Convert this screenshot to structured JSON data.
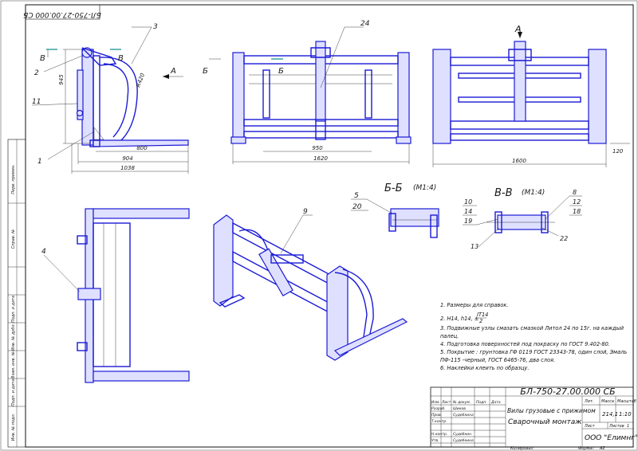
{
  "drawing": {
    "code_rotated": "БЛ-750-27.00.000 СБ",
    "view_labels": {
      "b_left": "Б",
      "b_right": "Б",
      "v_left": "В",
      "v_right": "В",
      "a_side": "А",
      "a_top": "А"
    },
    "section_bb": "Б-Б",
    "section_bb_scale": "(М1:4)",
    "section_vv": "В-В",
    "section_vv_scale": "(М1:4)",
    "dimensions": {
      "d945": "945",
      "r420": "R420",
      "d800": "800",
      "d904": "904",
      "d1038": "1038",
      "d950": "950",
      "d1620": "1620",
      "d1600": "1600",
      "d120": "120"
    },
    "callouts": {
      "c1": "1",
      "c2": "2",
      "c3": "3",
      "c4": "4",
      "c5": "5",
      "c8": "8",
      "c9": "9",
      "c10": "10",
      "c11": "11",
      "c12": "12",
      "c13": "13",
      "c14": "14",
      "c18": "18",
      "c19": "19",
      "c20": "20",
      "c22": "22",
      "c24": "24"
    },
    "notes": [
      "1. Размеры для справок.",
      "2. Н14, h14, ±",
      "3. Подвижные узлы смазать  смазкой Литол 24 по 15г. на каждый",
      "    палец.",
      "4. Подготовка поверхностей под покраску по ГОСТ 9.402-80.",
      "5. Покрытие : грунтовка ГФ 0119 ГОСТ 23343-78, один слой, Эмаль",
      "    ПФ-115 -черный,  ГОСТ 6465-76, два слоя.",
      "6. Наклейки клеить по образцу."
    ],
    "note2_fraction_top": "IT14",
    "note2_fraction_bottom": "2",
    "left_strip_labels": [
      "Перв. примен.",
      "Справ. №",
      "Подп. и дата",
      "Инв. № дубл.",
      "Взам. инв. №",
      "Подп. и дата",
      "Инв. № подл."
    ]
  },
  "title_block": {
    "designation": "БЛ-750-27.00.000 СБ",
    "name_line1": "Вилы грузовые с прижимом",
    "name_line2": "Сварочный монтаж",
    "lit_header": "Лит.",
    "mass_header": "Масса",
    "scale_header": "Масштаб",
    "mass_value": "214,1",
    "scale_value": "1:10",
    "sheet_label": "Лист",
    "sheets_label": "Листов",
    "sheets_value": "1",
    "company": "ООО \"Елимнг\"",
    "change_headers": [
      "Изм.",
      "Лист",
      "№ докум.",
      "Подп.",
      "Дата"
    ],
    "roles": [
      "Разраб.",
      "Пров.",
      "Т.контр.",
      "",
      "Н.контр.",
      "Утв."
    ],
    "names": [
      "Шиков",
      "Судебкина",
      "",
      "",
      "Судебкин",
      "Судебкина"
    ],
    "copied_label": "Копировал",
    "format_label": "Формат",
    "format_value": "А2"
  },
  "colors": {
    "line_blue": "#1b1bd6",
    "fill_blue": "#dfe0ff",
    "ink": "#111111",
    "paper": "#ffffff"
  }
}
